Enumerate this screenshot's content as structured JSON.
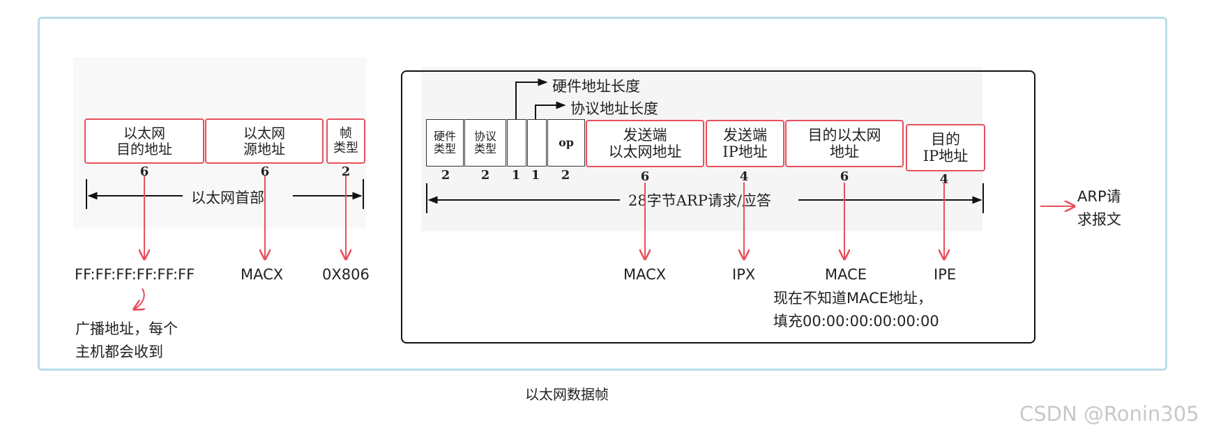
{
  "ethernet_header": {
    "fields": [
      {
        "label": "以太网\n目的地址",
        "bytes": "6"
      },
      {
        "label": "以太网\n源地址",
        "bytes": "6"
      },
      {
        "label": "帧\n类型",
        "bytes": "2"
      }
    ],
    "span_label": "以太网首部",
    "values": [
      "FF:FF:FF:FF:FF:FF",
      "MACX",
      "0X806"
    ],
    "note": "广播地址，每个\n主机都会收到"
  },
  "arp_packet": {
    "callouts": [
      "硬件地址长度",
      "协议地址长度"
    ],
    "fields": [
      {
        "label": "硬件\n类型",
        "bytes": "2"
      },
      {
        "label": "协议\n类型",
        "bytes": "2"
      },
      {
        "label": "",
        "bytes": "1"
      },
      {
        "label": "",
        "bytes": "1"
      },
      {
        "label": "op",
        "bytes": "2"
      },
      {
        "label": "发送端\n以太网地址",
        "bytes": "6"
      },
      {
        "label": "发送端\nIP地址",
        "bytes": "4"
      },
      {
        "label": "目的以太网\n地址",
        "bytes": "6"
      },
      {
        "label": "目的\nIP地址",
        "bytes": "4"
      }
    ],
    "span_label": "28字节ARP请求/应答",
    "values": [
      "MACX",
      "IPX",
      "MACE",
      "IPE"
    ],
    "note": "现在不知道MACE地址，\n填充00:00:00:00:00:00"
  },
  "side_label": "ARP请\n求报文",
  "caption": "以太网数据帧",
  "watermark": "CSDN @Ronin305",
  "colors": {
    "accent_red": "#e8505b",
    "frame_blue": "#b9dde8"
  }
}
